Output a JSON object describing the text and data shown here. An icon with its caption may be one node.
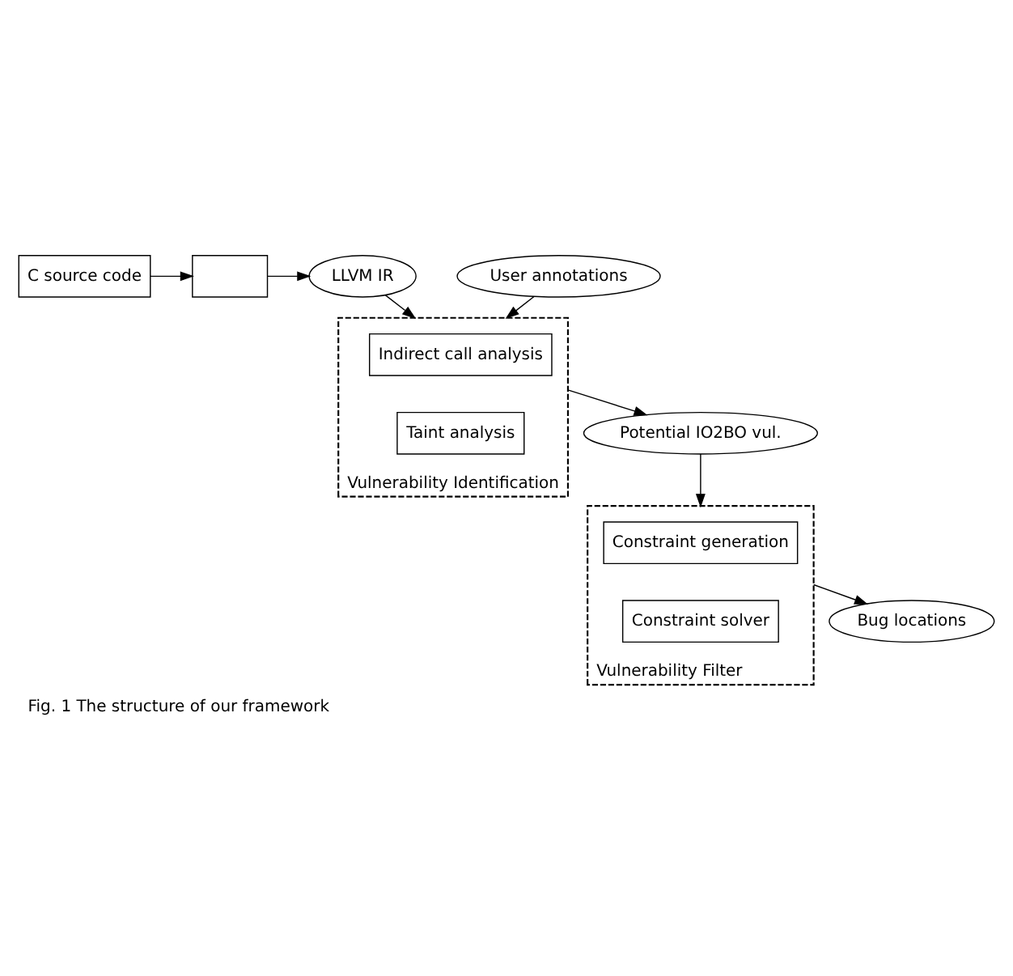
{
  "diagram": {
    "caption": "Fig. 1 The structure of our framework",
    "nodes": [
      {
        "text": [
          "C source code"
        ]
      },
      {
        "text": [],
        "shape": "box"
      },
      {
        "text": [
          "LLVM IR"
        ]
      },
      {
        "text": [
          "Vulnerability Identification"
        ]
      },
      {
        "text": [
          "Indirect call analysis"
        ],
        "in": 3
      },
      {
        "text": [
          "Taint analysis"
        ],
        "in": 3
      },
      {
        "text": [
          "User annotations"
        ]
      },
      {
        "text": [
          "Potential IO2BO vul."
        ]
      },
      {
        "text": [
          "Vulnerability Filter"
        ]
      },
      {
        "text": [
          "Constraint generation"
        ],
        "in": 8
      },
      {
        "text": [
          "Constraint solver"
        ],
        "in": 8
      },
      {
        "text": [
          "Bug locations"
        ]
      }
    ],
    "edges": [
      {
        "from": 0,
        "to": 1,
        "arrow": "to"
      },
      {
        "from": 1,
        "to": 2,
        "arrow": "to"
      },
      {
        "from": 2,
        "to": 3,
        "arrow": "to"
      },
      {
        "from": 6,
        "to": 3,
        "arrow": "to"
      },
      {
        "from": 3,
        "to": 7,
        "arrow": "to"
      },
      {
        "from": 7,
        "to": 8,
        "arrow": "to"
      },
      {
        "from": 8,
        "to": 11,
        "arrow": "to"
      }
    ]
  }
}
